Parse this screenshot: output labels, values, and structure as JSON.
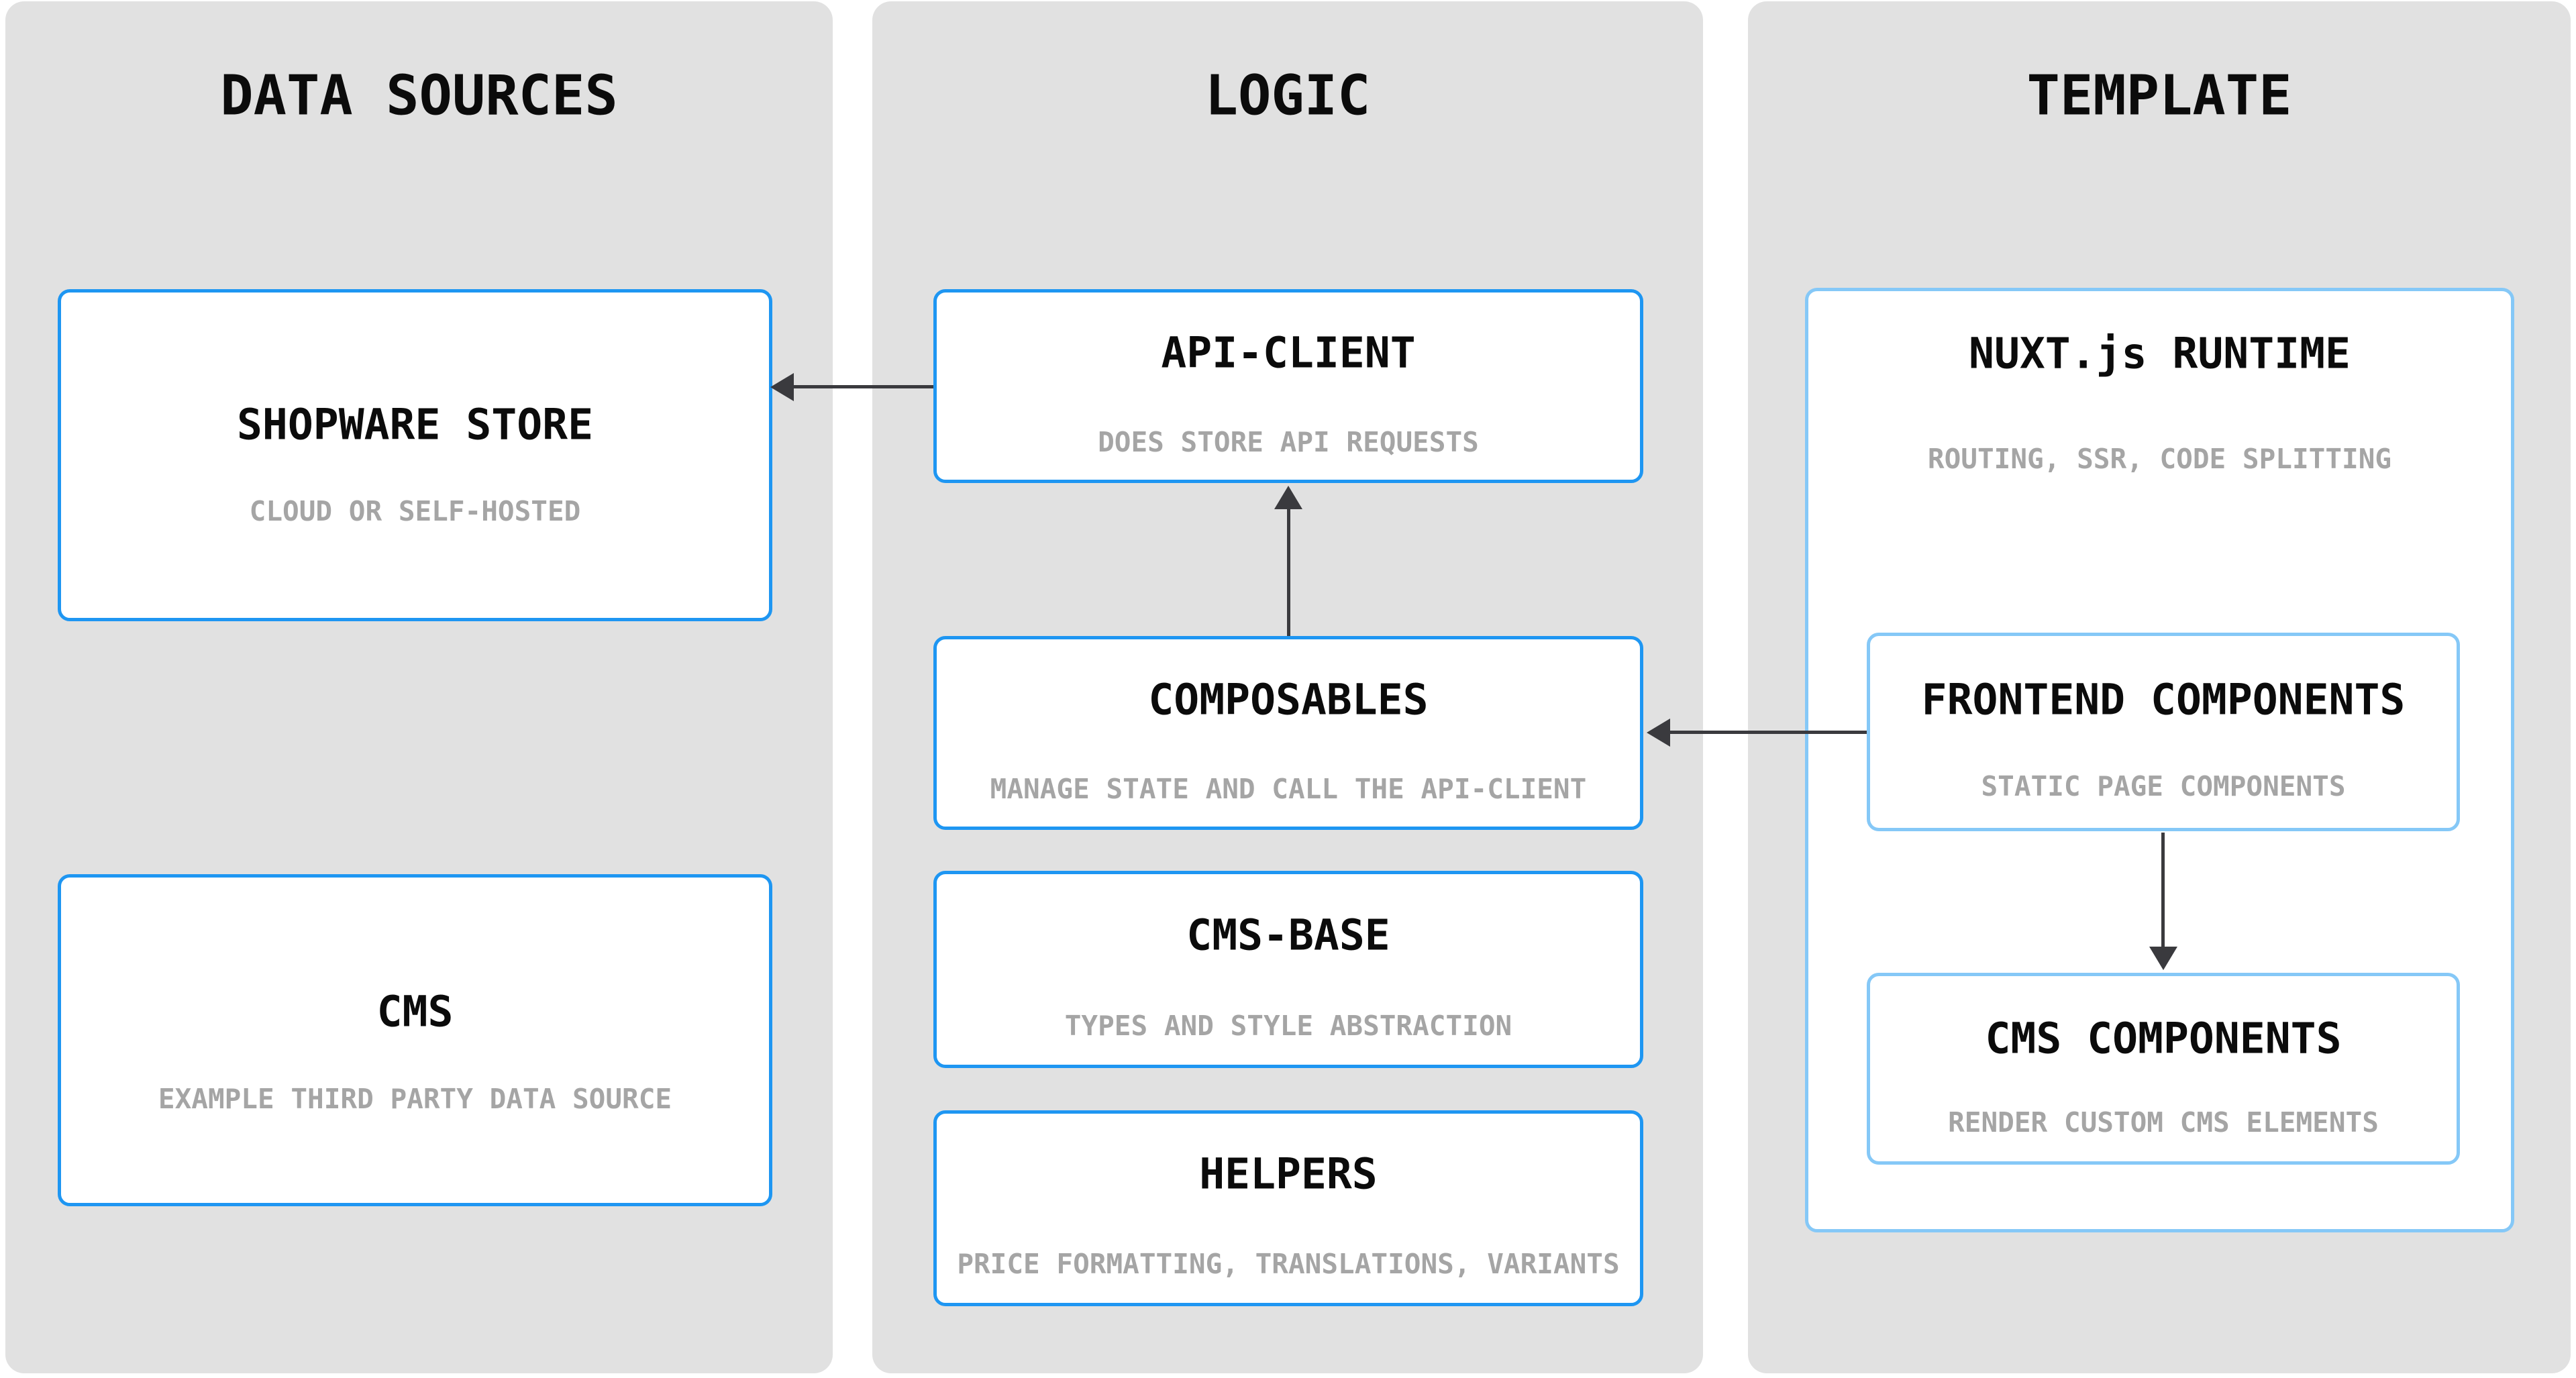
{
  "diagram": {
    "columns": [
      {
        "title": "DATA SOURCES",
        "boxes": [
          {
            "title": "SHOPWARE STORE",
            "subtitle": "CLOUD OR SELF-HOSTED"
          },
          {
            "title": "CMS",
            "subtitle": "EXAMPLE THIRD PARTY DATA SOURCE"
          }
        ]
      },
      {
        "title": "LOGIC",
        "boxes": [
          {
            "title": "API-CLIENT",
            "subtitle": "DOES STORE API REQUESTS"
          },
          {
            "title": "COMPOSABLES",
            "subtitle": "MANAGE STATE AND CALL THE API-CLIENT"
          },
          {
            "title": "CMS-BASE",
            "subtitle": "TYPES AND STYLE ABSTRACTION"
          },
          {
            "title": "HELPERS",
            "subtitle": "PRICE FORMATTING, TRANSLATIONS, VARIANTS"
          }
        ]
      },
      {
        "title": "TEMPLATE",
        "boxes": [
          {
            "title": "NUXT.js RUNTIME",
            "subtitle": "ROUTING, SSR, CODE SPLITTING"
          },
          {
            "title": "FRONTEND COMPONENTS",
            "subtitle": "STATIC PAGE COMPONENTS"
          },
          {
            "title": "CMS COMPONENTS",
            "subtitle": "RENDER CUSTOM CMS ELEMENTS"
          }
        ]
      }
    ],
    "arrows": [
      {
        "from": "API-CLIENT",
        "to": "SHOPWARE STORE",
        "direction": "left"
      },
      {
        "from": "COMPOSABLES",
        "to": "API-CLIENT",
        "direction": "up"
      },
      {
        "from": "FRONTEND COMPONENTS",
        "to": "COMPOSABLES",
        "direction": "left"
      },
      {
        "from": "FRONTEND COMPONENTS",
        "to": "CMS COMPONENTS",
        "direction": "down"
      }
    ],
    "colors": {
      "accent_blue": "#1e96f2",
      "light_blue": "#85c8f7",
      "column_bg": "#e1e1e1",
      "arrow": "#3a3a3e",
      "title_black": "#0b0b0b",
      "subtitle_gray": "#a5a5a5"
    }
  }
}
